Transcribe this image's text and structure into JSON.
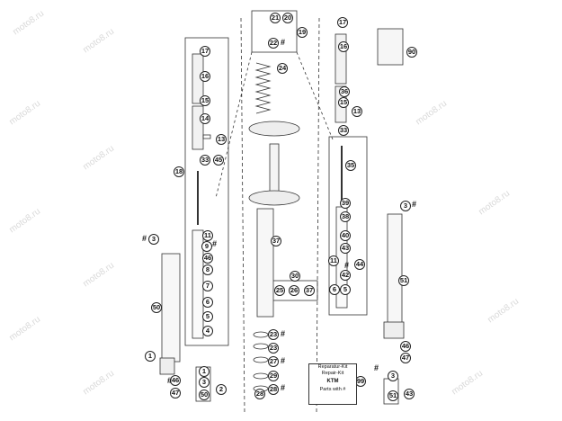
{
  "watermark": "moto8.ru",
  "callouts_left": [
    "17",
    "16",
    "15",
    "14",
    "13",
    "18",
    "33",
    "45",
    "3",
    "50",
    "11",
    "9",
    "46",
    "8",
    "7",
    "6",
    "5",
    "4",
    "1",
    "46",
    "47",
    "1",
    "3",
    "50",
    "2"
  ],
  "callouts_center": [
    "21",
    "20",
    "22",
    "19",
    "24",
    "37",
    "30",
    "25",
    "26",
    "37",
    "23",
    "23",
    "27",
    "29",
    "28",
    "28"
  ],
  "callouts_right": [
    "17",
    "16",
    "36",
    "15",
    "13",
    "33",
    "35",
    "39",
    "38",
    "40",
    "43",
    "11",
    "42",
    "44",
    "6",
    "5",
    "3",
    "51",
    "46",
    "47",
    "3",
    "51",
    "43",
    "90",
    "99"
  ],
  "hash": "#",
  "repair_kit": {
    "line1": "Reparatur-Kit",
    "line2": "Repair-Kit",
    "logo": "KTM",
    "line3": "Parts with #"
  }
}
